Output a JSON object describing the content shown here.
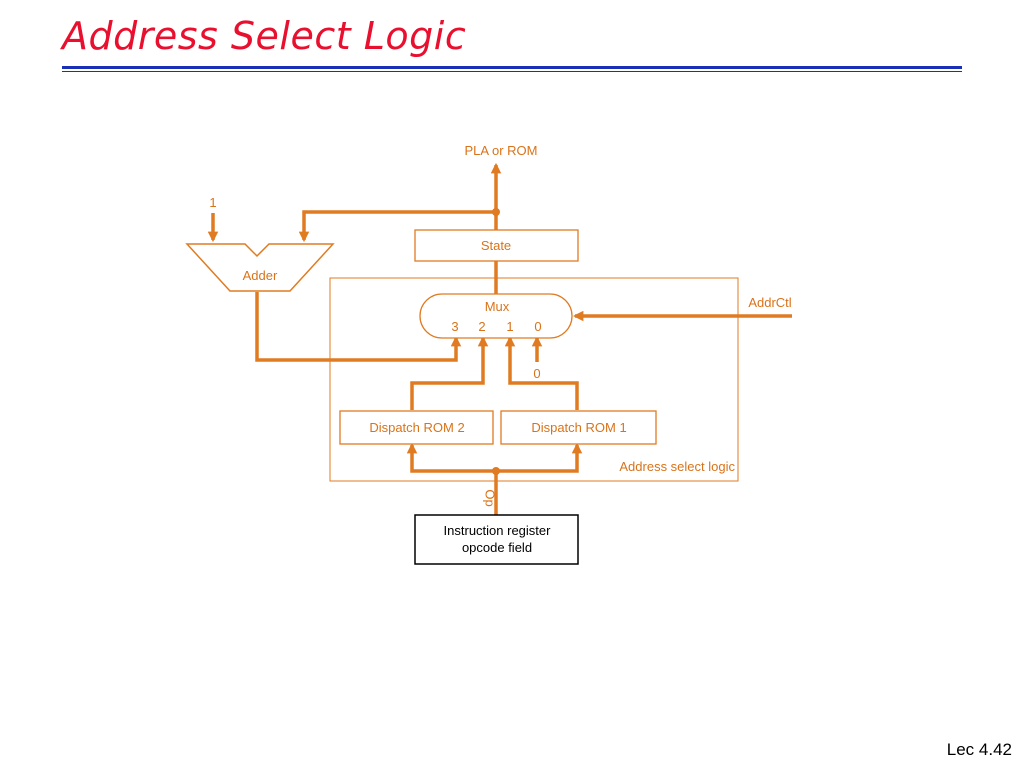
{
  "slide": {
    "title": "Address Select Logic",
    "footer": "Lec 4.42"
  },
  "diagram": {
    "pla_label": "PLA or ROM",
    "const_one_label": "1",
    "state_label": "State",
    "adder_label": "Adder",
    "mux_label": "Mux",
    "mux_inputs": [
      "3",
      "2",
      "1",
      "0"
    ],
    "addrctl_label": "AddrCtl",
    "zero_label": "0",
    "dispatch_rom_2": "Dispatch ROM 2",
    "dispatch_rom_1": "Dispatch ROM 1",
    "address_select_label": "Address select logic",
    "op_label": "Op",
    "ir_line1": "Instruction register",
    "ir_line2": "opcode field"
  },
  "colors": {
    "title": "#e8102e",
    "rule": "#1a2fb8",
    "wire": "#e07b22"
  }
}
